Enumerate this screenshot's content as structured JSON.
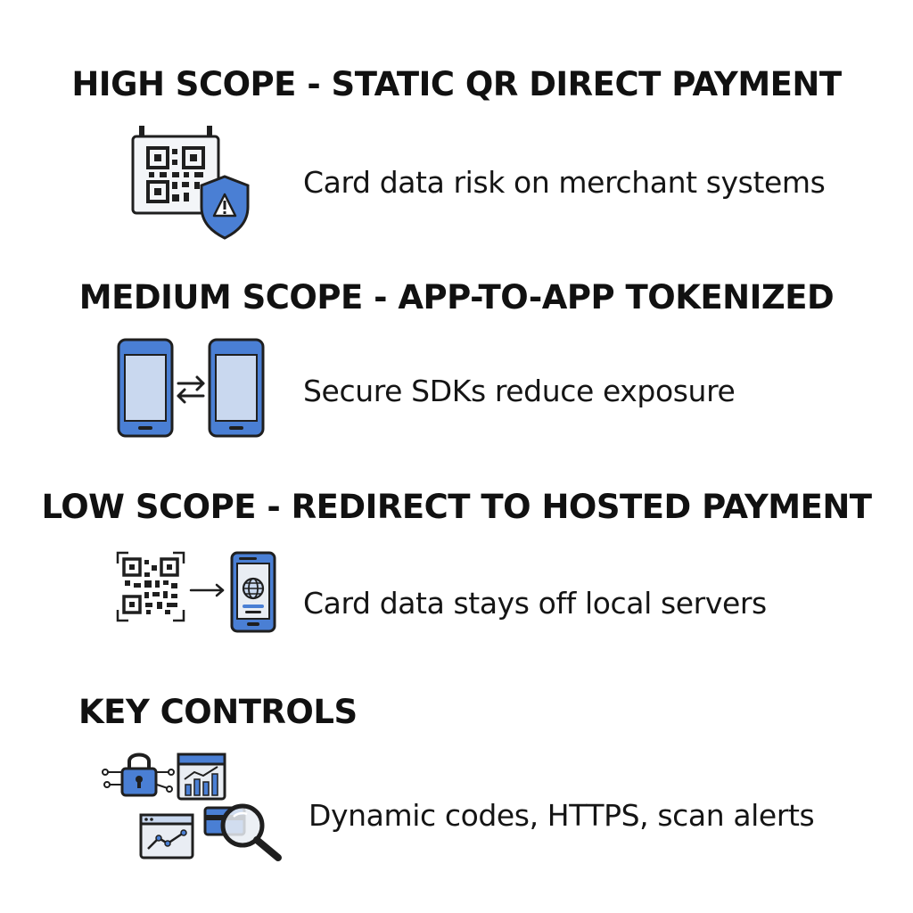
{
  "sections": [
    {
      "title": "HIGH SCOPE - STATIC QR DIRECT PAYMENT",
      "description": "Card data risk on merchant systems",
      "icon": "qr-code-warning-shield-icon"
    },
    {
      "title": "MEDIUM SCOPE - APP-TO-APP TOKENIZED",
      "description": "Secure SDKs reduce exposure",
      "icon": "phone-to-phone-exchange-icon"
    },
    {
      "title": "LOW SCOPE - REDIRECT TO HOSTED PAYMENT",
      "description": "Card data stays off local servers",
      "icon": "qr-to-hosted-page-icon"
    },
    {
      "title": "KEY CONTROLS",
      "description": "Dynamic codes, HTTPS, scan alerts",
      "icon": "security-controls-icon"
    }
  ],
  "colors": {
    "outline": "#1f1f1f",
    "accent_blue": "#4a7fd4",
    "light_blue": "#c9d8ef",
    "screen_gray": "#e9edf3"
  }
}
